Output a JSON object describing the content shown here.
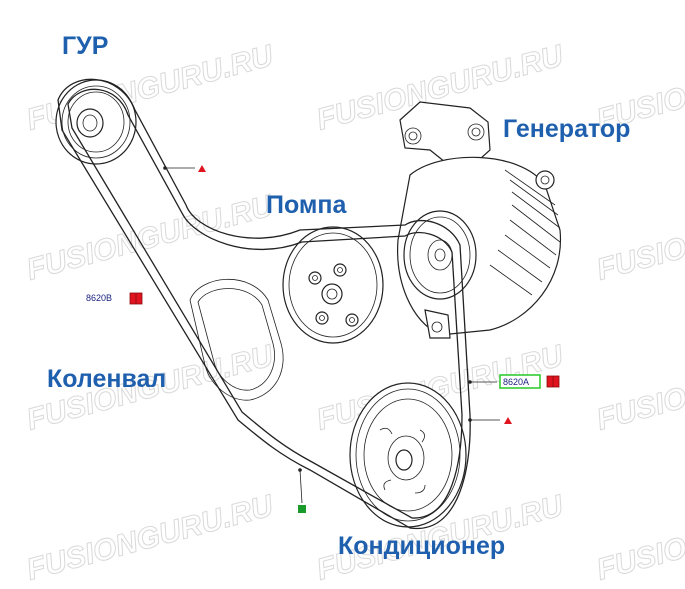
{
  "labels": {
    "power_steering": "ГУР",
    "water_pump": "Помпа",
    "alternator": "Генератор",
    "crankshaft": "Коленвал",
    "ac_compressor": "Кондиционер"
  },
  "part_codes": {
    "left": "8620B",
    "right": "8620A"
  },
  "watermark": "FUSIONGURU.RU",
  "colors": {
    "label": "#1e5fae",
    "code_text": "#1a237e",
    "marker_red": "#e0141e",
    "marker_green": "#1a9a2a",
    "code_box_green": "#33cc33"
  }
}
